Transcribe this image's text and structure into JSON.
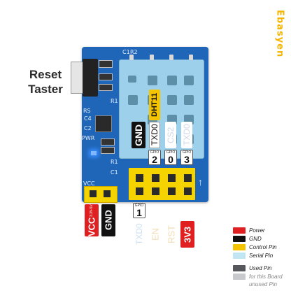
{
  "title": "Reset Taster",
  "brand": "Ebasyen",
  "board_labels": [
    "C1",
    "R2",
    "R1",
    "RS",
    "C4",
    "C2",
    "PWR",
    "R1",
    "C1",
    "VCC"
  ],
  "sensor": {
    "name": "DHT11"
  },
  "top_pin_labels": [
    {
      "text": "GND",
      "color": "#111111",
      "text_color": "#ffffff"
    },
    {
      "text": "TXD0",
      "color": "#ffffff",
      "text_color": "#111111"
    },
    {
      "text": "CS2",
      "color": "#ffffff",
      "text_color": "#cfd8e6"
    },
    {
      "text": "TXD0",
      "color": "#ffffff",
      "text_color": "#cfd8e6"
    }
  ],
  "top_gpio": [
    {
      "small": "GPIO",
      "num": "2"
    },
    {
      "small": "GPIO",
      "num": "0"
    },
    {
      "small": "GPIO",
      "num": "3"
    }
  ],
  "left_pins": [
    {
      "text": "VCC",
      "sub": "3.3V-5V",
      "color": "#e02020",
      "text_color": "#ffffff"
    },
    {
      "text": "GND",
      "color": "#111111",
      "text_color": "#ffffff"
    }
  ],
  "bottom_gpio": {
    "small": "GPIO",
    "num": "1"
  },
  "bottom_pins": [
    {
      "text": "TXD0",
      "color": "#ffffff",
      "text_color": "#cde0f0"
    },
    {
      "text": "EN",
      "color": "#ffffff",
      "text_color": "#f2dcb4"
    },
    {
      "text": "RST",
      "color": "#ffffff",
      "text_color": "#f2dcb4"
    },
    {
      "text": "3V3",
      "color": "#e02020",
      "text_color": "#ffffff"
    }
  ],
  "legend": [
    {
      "label": "Power",
      "color": "#e02020"
    },
    {
      "label": "GND",
      "color": "#111111"
    },
    {
      "label": "Control Pin",
      "color": "#f5c400"
    },
    {
      "label": "Serial Pin",
      "color": "#bfe6f2"
    },
    {
      "label": "Used Pin",
      "color": "#55575c"
    },
    {
      "label": "for this Board",
      "color": "#c8c9cc"
    },
    {
      "label": "unused Pin",
      "color": ""
    }
  ],
  "colors": {
    "board": "#1f66b8",
    "sensor": "#9dd0ea",
    "header": "#f5d300"
  }
}
